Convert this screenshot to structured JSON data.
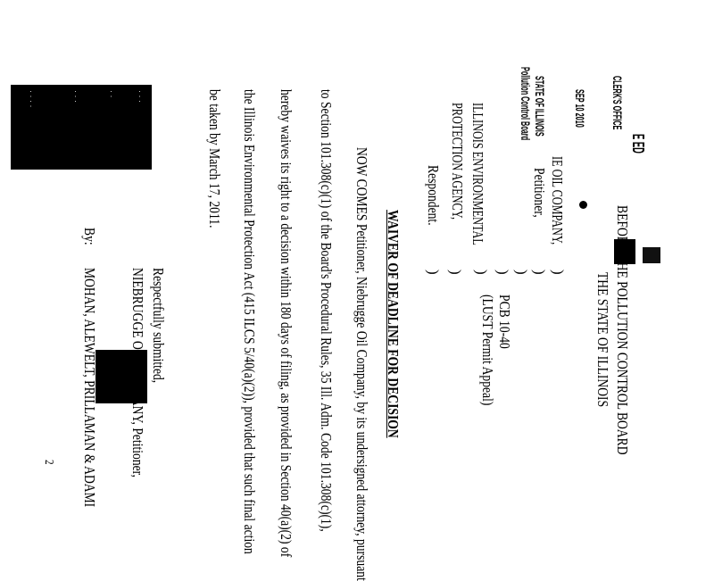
{
  "stamp": {
    "received": "E  ED",
    "office": "CLERK'S OFFICE",
    "date": "SEP 10 2010",
    "state": "STATE OF ILLINOIS",
    "board": "Pollution Control Board"
  },
  "header": {
    "line1": "BEFORE THE POLLUTION CONTROL BOARD",
    "line2": "THE STATE OF ILLINOIS"
  },
  "caption": {
    "petitioner_name": "IE OIL COMPANY,",
    "petitioner_role": "Petitioner,",
    "respondent_line1": "ILLINOIS ENVIRONMENTAL",
    "respondent_line2": "PROTECTION AGENCY,",
    "respondent_role": "Respondent.",
    "case_number": "PCB 10-40",
    "case_type": "(LUST Permit Appeal)",
    "paren": ")"
  },
  "title": "WAIVER OF DEADLINE FOR DECISION",
  "body": [
    "NOW COMES Petitioner, Niebrugge Oil Company, by its undersigned attorney, pursuant",
    "to Section 101.308(c)(1) of the Board's Procedural Rules, 35 Ill. Adm. Code 101.308(c)(1),",
    "hereby waives its right to a decision within 180 days of filing, as provided in Section 40(a)(2) of",
    "the Illinois Environmental Protection Act (415 ILCS 5/40(a)(2)), provided that such final action",
    "be taken by March 17, 2011."
  ],
  "signature": {
    "closing": "Respectfully submitted,",
    "party": "NIEBRUGGE OIL COMPANY, Petitioner,",
    "by": "By:",
    "firm": "MOHAN, ALEWELT, PRILLAMAN & ADAMI"
  },
  "page_number": "2"
}
